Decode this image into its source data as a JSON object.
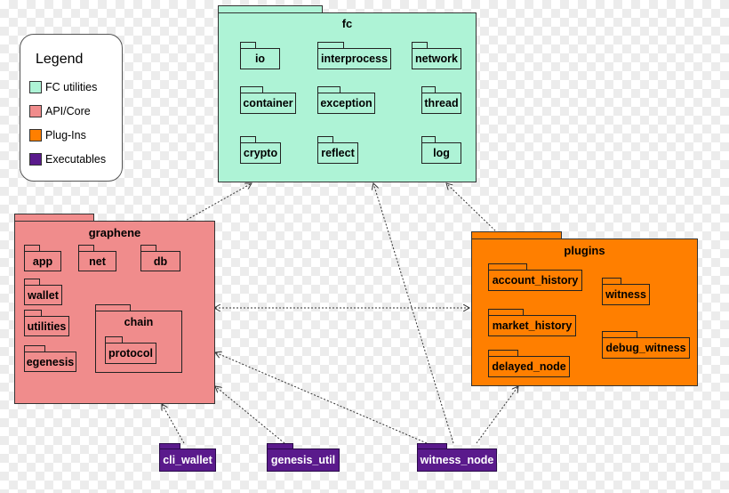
{
  "colors": {
    "fc": "#aef3d6",
    "api": "#f08c8c",
    "plugins": "#ff7f00",
    "exe": "#5a1a8c"
  },
  "legend": {
    "title": "Legend",
    "items": [
      {
        "label": "FC utilities",
        "color": "#aef3d6"
      },
      {
        "label": "API/Core",
        "color": "#f08c8c"
      },
      {
        "label": "Plug-Ins",
        "color": "#ff7f00"
      },
      {
        "label": "Executables",
        "color": "#5a1a8c"
      }
    ]
  },
  "fc": {
    "title": "fc",
    "items": [
      "io",
      "interprocess",
      "network",
      "container",
      "exception",
      "thread",
      "crypto",
      "reflect",
      "log"
    ]
  },
  "graphene": {
    "title": "graphene",
    "items": [
      "app",
      "net",
      "db",
      "wallet",
      "utilities",
      "egenesis"
    ],
    "chain": {
      "title": "chain",
      "protocol": "protocol"
    }
  },
  "plugins": {
    "title": "plugins",
    "items": [
      "account_history",
      "witness",
      "market_history",
      "debug_witness",
      "delayed_node"
    ]
  },
  "executables": [
    "cli_wallet",
    "genesis_util",
    "witness_node"
  ]
}
